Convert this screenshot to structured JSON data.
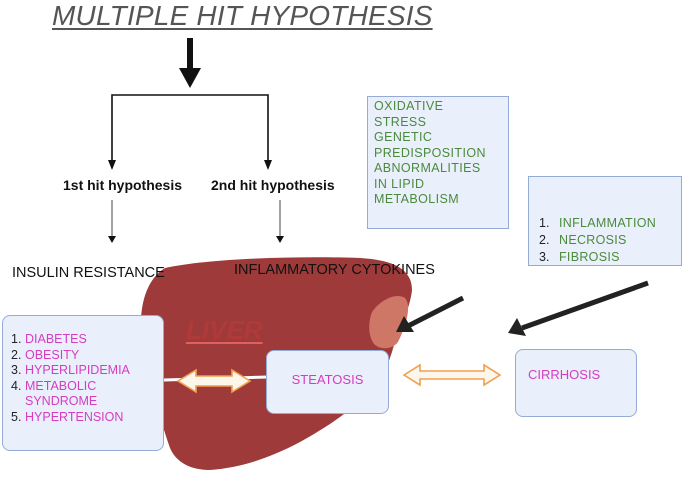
{
  "title": "MULTIPLE HIT HYPOTHESIS",
  "hypotheses": {
    "first": "1st hit hypothesis",
    "second": "2nd hit hypothesis"
  },
  "captions": {
    "insulin": "INSULIN RESISTANCE",
    "cytokines": "INFLAMMATORY CYTOKINES"
  },
  "liver_label": "LIVER",
  "oxidative_box": [
    "OXIDATIVE",
    "STRESS",
    "GENETIC",
    "PREDISPOSITION",
    "ABNORMALITIES",
    "IN LIPID",
    "METABOLISM"
  ],
  "inflammation_box": [
    {
      "num": "1.",
      "text": "INFLAMMATION"
    },
    {
      "num": "2.",
      "text": "NECROSIS"
    },
    {
      "num": "3.",
      "text": "FIBROSIS"
    }
  ],
  "risk_box": [
    {
      "num": "1.",
      "text": "DIABETES"
    },
    {
      "num": "2.",
      "text": "OBESITY"
    },
    {
      "num": "3.",
      "text": "HYPERLIPIDEMIA"
    },
    {
      "num": "4.",
      "text": "METABOLIC"
    },
    {
      "num": "",
      "text": "SYNDROME"
    },
    {
      "num": "5.",
      "text": "HYPERTENSION"
    }
  ],
  "steatosis": "STEATOSIS",
  "cirrhosis": "CIRRHOSIS",
  "colors": {
    "liver": "#9e3a3a",
    "gallbladder": "#cf7766",
    "box_fill": "#eaf0fb",
    "box_border": "#93abd6",
    "green_text": "#4b8a3c",
    "pink_text": "#d63cc0",
    "arrow_orange": "#f0a050"
  }
}
